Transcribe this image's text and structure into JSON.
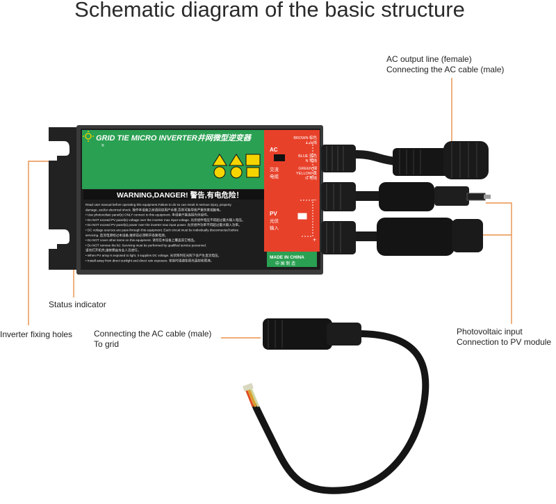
{
  "title": "Schematic diagram of the basic structure",
  "callouts": {
    "ac_output": {
      "line1": "AC output line (female)",
      "line2": "Connecting the AC cable (male)"
    },
    "status_indicator": "Status indicator",
    "fixing_holes": "Inverter fixing holes",
    "ac_cable": {
      "line1": "Connecting the AC cable (male)",
      "line2": "To grid"
    },
    "pv_input": {
      "line1": "Photovoltaic input",
      "line2": "Connection to PV module"
    }
  },
  "device": {
    "header": "GRID TIE MICRO INVERTER井网微型逆变器",
    "logo_text": "®",
    "warning_banner": "WARNING,DANGER! 警告,有电危险！",
    "warning_lines": [
      "Read user manual before operating this equipment.Failure to do so can result in serious injury, property",
      "damage, and/or electrical shock. 操作本设备之前请阅读用户手册,否则可能导致严重伤害或触电。",
      "• Use photovoltaic panel(s) ONLY connect to this equipment. 本设备只能连接光伏组件。",
      "• Do NOT exceed PV panel(s) voltage over the inverter max input voltage. 光伏组件电压不得超过最大输入电压。",
      "• Do NOT exceed PV panel(s) power over the inverter max input power. 光伏组件功率不得超过最大输入功率。",
      "• DC voltage sources are pass through this equipment. Each circuit must be individually disconnected before",
      "  servicing. 直流电源经过本设备,维修前必须断开各路电源。",
      "• Do NOT cover other items on this equipment. 请勿在本设备上覆盖其它物品。",
      "• Do NOT remove the lid. Servicing must be performed by qualified service personnel.",
      "  请勿打开机壳,维修需由专业人员进行。",
      "• When PV array is exposed to light, it supplies DC voltage. 光伏阵列在光照下会产生直流电压。",
      "• Install away from direct sunlight and direct rain exposure. 安装时请避免阳光直射和雨淋。"
    ],
    "ac_label": "AC",
    "ac_cn": [
      "交流",
      "电缆"
    ],
    "wires": [
      {
        "en": "BROWN",
        "cn": "棕色",
        "sub": "L 火线"
      },
      {
        "en": "BLUE",
        "cn": "蓝色",
        "sub": "N 零线"
      },
      {
        "en": "GREEN",
        "cn": "绿",
        "sub": "YELLOW 黄"
      },
      {
        "en": "",
        "cn": "",
        "sub": "G 地线"
      }
    ],
    "pv_label": "PV",
    "pv_cn": [
      "光伏",
      "输入"
    ],
    "made_in": "MADE IN CHINA",
    "made_in_cn": "中 国 制 造",
    "minus": "–",
    "plus": "+"
  },
  "colors": {
    "callout_line": "#e8904a",
    "label_green": "#2aa052",
    "label_red": "#e8412a",
    "body_dark": "#2b2b2b",
    "warning_yellow": "#f5d400"
  }
}
